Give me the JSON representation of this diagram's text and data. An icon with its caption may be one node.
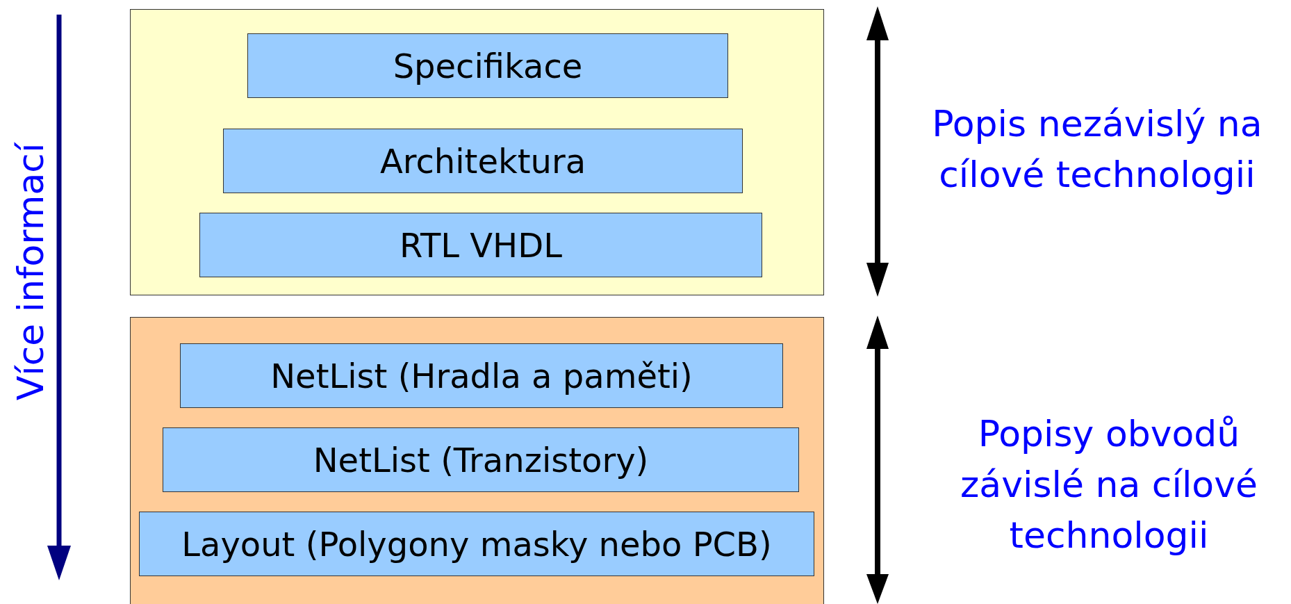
{
  "diagram": {
    "nodes": [
      {
        "text": [],
        "shape": "box"
      },
      {
        "text": [
          "Specifikace"
        ],
        "in": 0
      },
      {
        "text": [
          "Architektura"
        ],
        "in": 0
      },
      {
        "text": [
          "RTL VHDL"
        ],
        "in": 0
      },
      {
        "text": [],
        "shape": "box"
      },
      {
        "text": [
          "NetList (Hradla a paměti)"
        ],
        "in": 4
      },
      {
        "text": [
          "NetList (Tranzistory)"
        ],
        "in": 4
      },
      {
        "text": [
          "Layout (Polygony masky nebo PCB)"
        ],
        "in": 4
      }
    ],
    "labels": [
      "Více informací",
      "Popis nezávislý na cílové technologii",
      "Popisy obvodů závislé na cílové technologii"
    ]
  }
}
